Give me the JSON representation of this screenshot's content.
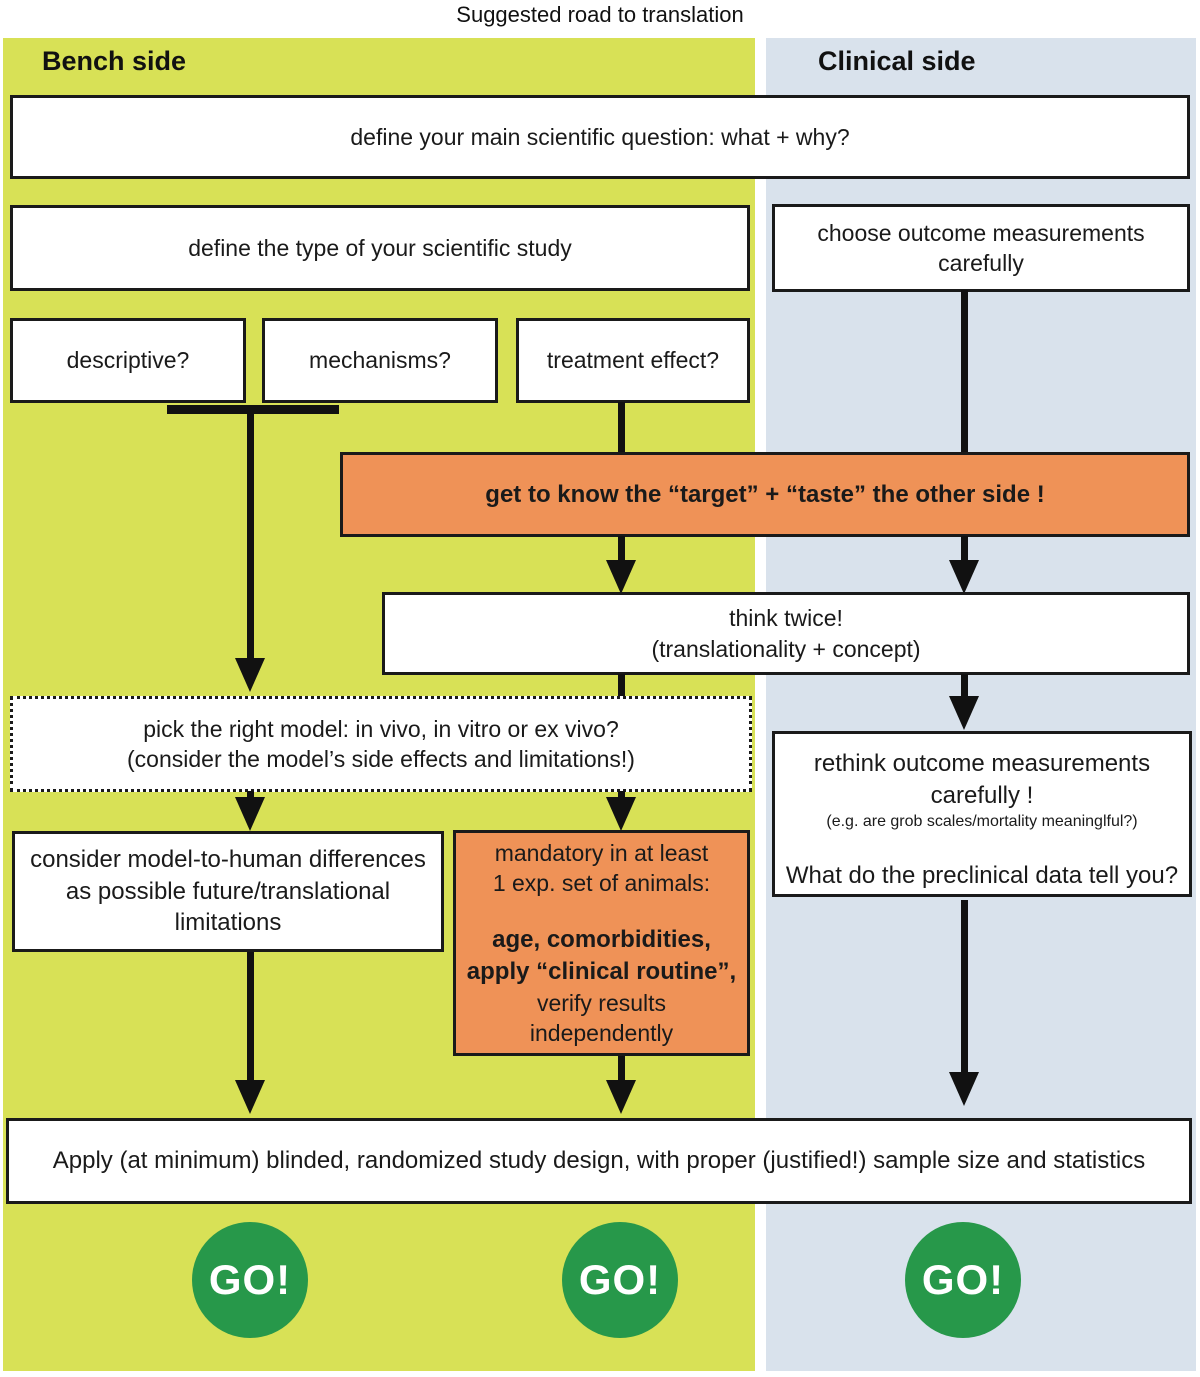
{
  "title": "Suggested road to translation",
  "panels": {
    "bench": {
      "label": "Bench side"
    },
    "clinical": {
      "label": "Clinical side"
    }
  },
  "colors": {
    "bench_bg": "#d8e156",
    "clinical_bg": "#d9e2ec",
    "highlight_orange": "#ef9257",
    "go_green": "#27984a",
    "box_border": "#1a1a1a"
  },
  "boxes": {
    "main_question": "define your main scientific question: what + why?",
    "define_type": "define the type of your scientific study",
    "choose_outcome": [
      "choose outcome measurements",
      "carefully"
    ],
    "descriptive": "descriptive?",
    "mechanisms": "mechanisms?",
    "treatment_effect": "treatment effect?",
    "get_to_know": "get to know the “target” + “taste” the other side !",
    "think_twice": [
      "think twice!",
      "(translationality + concept)"
    ],
    "pick_model": [
      "pick the right model: in vivo, in vitro or ex vivo?",
      "(consider the model’s side effects and limitations!)"
    ],
    "consider_differences": [
      "consider model-to-human differences",
      "as possible future/translational",
      "limitations"
    ],
    "mandatory": {
      "intro": [
        "mandatory in at least",
        "1 exp. set of animals:"
      ],
      "bold": [
        "age, comorbidities,",
        "apply “clinical routine”,"
      ],
      "rest": [
        "verify results",
        "independently"
      ]
    },
    "rethink": {
      "line1": "rethink outcome measurements",
      "line2": "carefully !",
      "note": "(e.g. are grob scales/mortality meaninglful?)",
      "question": "What do the preclinical data tell you?"
    },
    "apply_design": "Apply (at minimum) blinded, randomized study design, with proper (justified!) sample size and statistics"
  },
  "go_badges": [
    "GO!",
    "GO!",
    "GO!"
  ]
}
